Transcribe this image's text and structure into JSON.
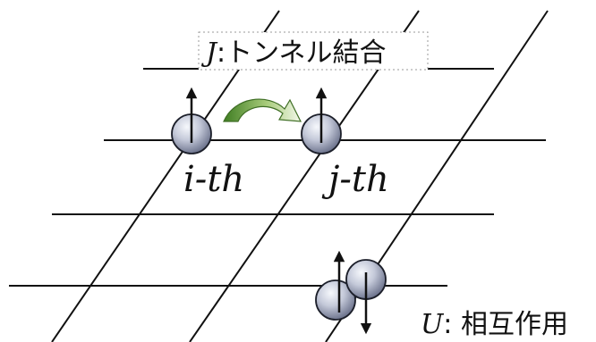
{
  "labels": {
    "hopping_symbol": "J",
    "hopping_text": ":トンネル結合",
    "site_i_letter": "i",
    "site_i_suffix": "-th",
    "site_j_letter": "j",
    "site_j_suffix": "-th",
    "interaction_symbol": "U",
    "interaction_text": ": 相互作用"
  },
  "colors": {
    "line": "#111111",
    "particle_light": "#f4f6fb",
    "particle_dark": "#6f7690",
    "arrow_green_dark": "#4f8a2e",
    "arrow_green_light": "#f2f7e6",
    "dotted_box": "#9a9a9a"
  }
}
